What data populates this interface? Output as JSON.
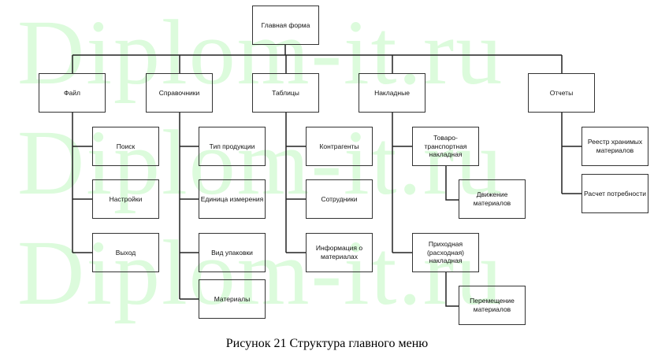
{
  "watermark": "Diplom-it.ru",
  "root": "Главная форма",
  "level1": [
    "Файл",
    "Справочники",
    "Таблицы",
    "Накладные",
    "Отчеты"
  ],
  "file_items": [
    "Поиск",
    "Настройки",
    "Выход"
  ],
  "ref_items": [
    "Тип продукции",
    "Единица измерения",
    "Вид упаковки",
    "Материалы"
  ],
  "table_items": [
    "Контрагенты",
    "Сотрудники",
    "Информация о материалах"
  ],
  "invoice_items": [
    "Товаро-транспортная накладная",
    "Движение материалов",
    "Приходная (расходная) накладная",
    "Перемещение материалов"
  ],
  "report_items": [
    "Реестр хранимых материалов",
    "Расчет потребности"
  ],
  "caption": "Рисунок 21 Структура главного меню"
}
